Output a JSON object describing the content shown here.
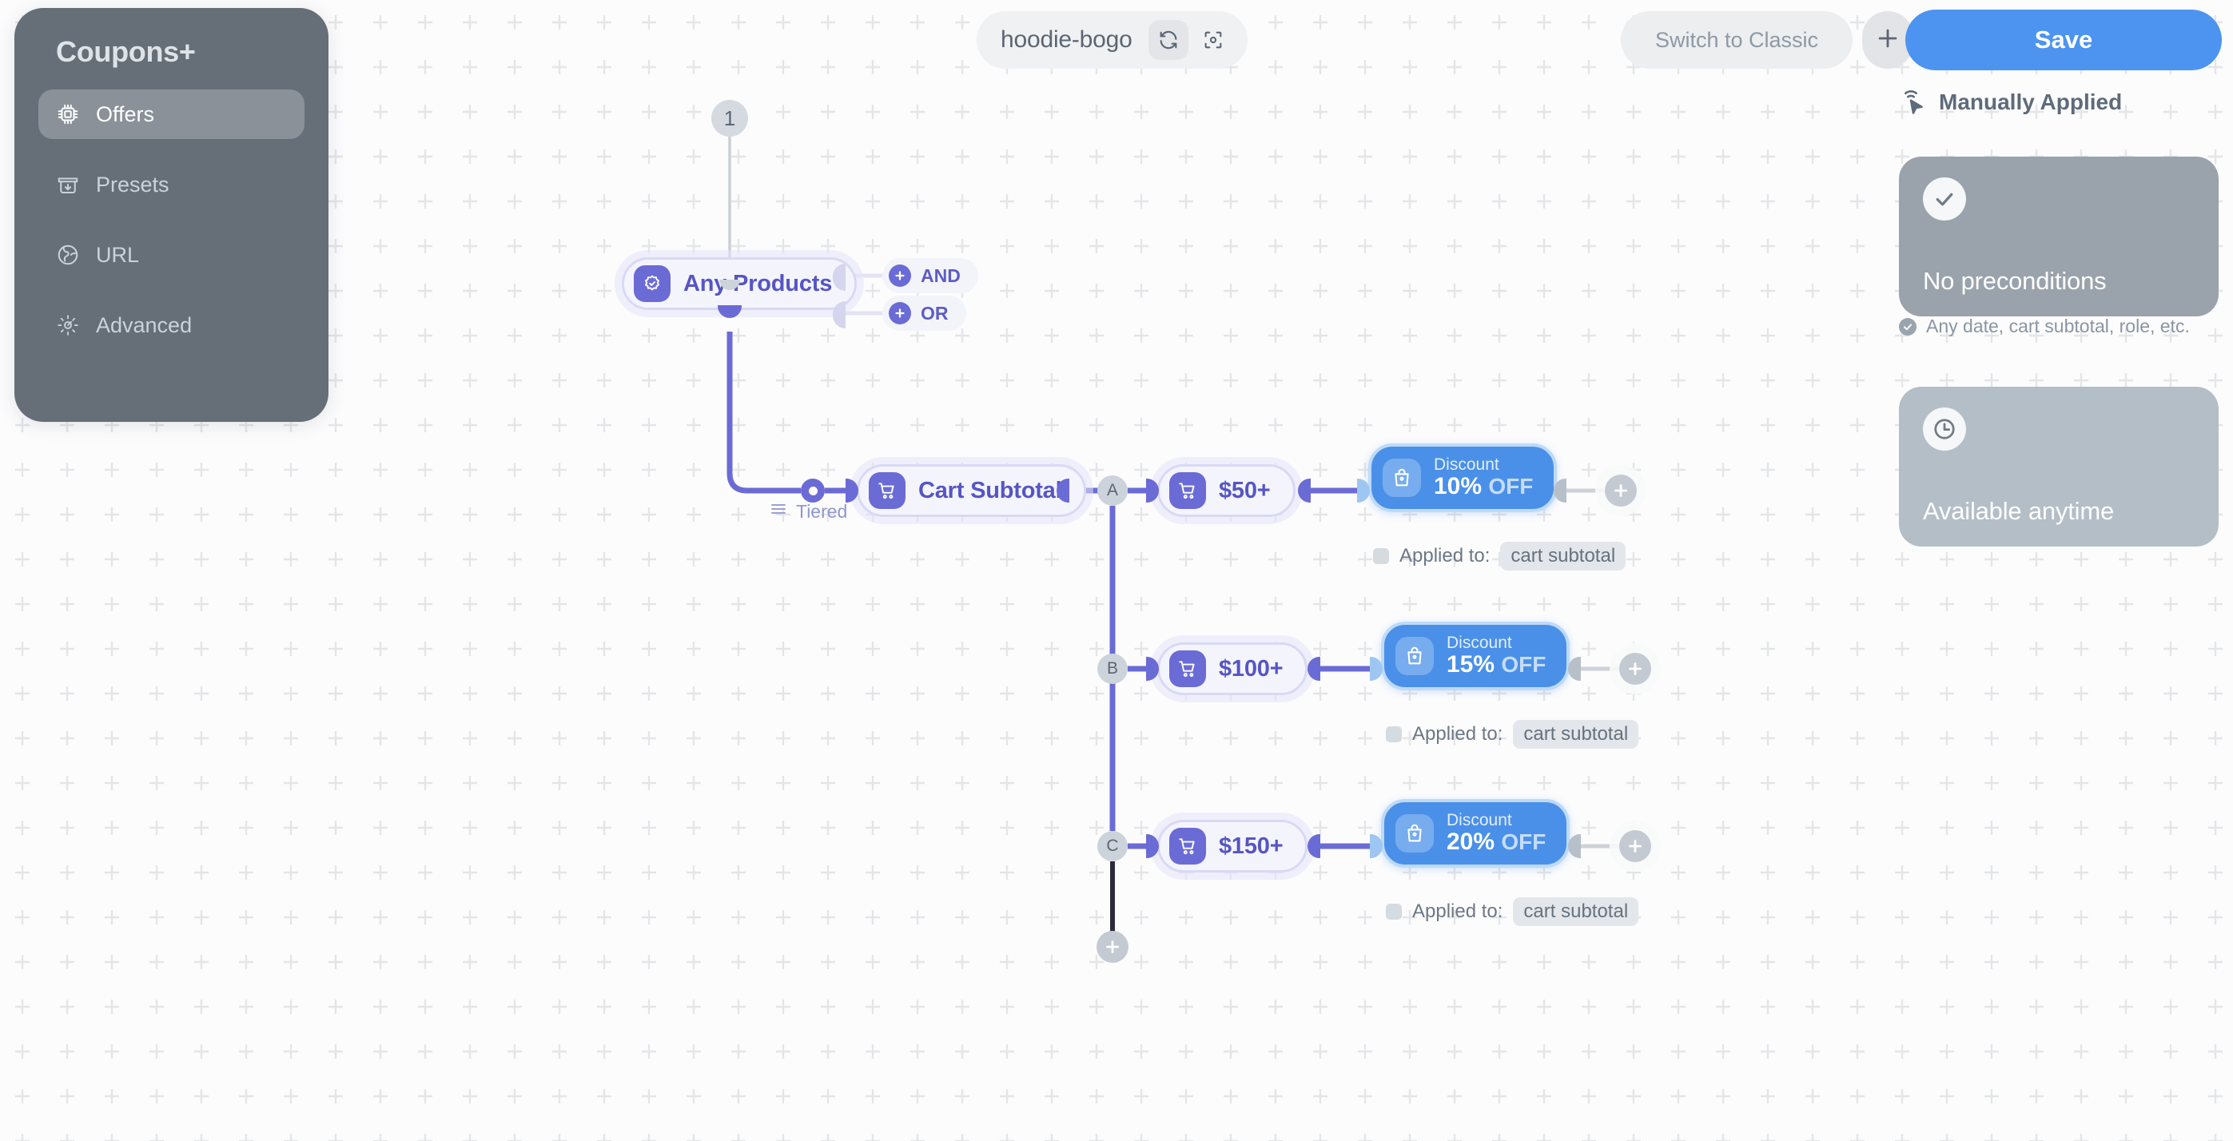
{
  "sidebar": {
    "title": "Coupons+",
    "items": [
      {
        "label": "Offers",
        "icon": "chip-icon",
        "active": true
      },
      {
        "label": "Presets",
        "icon": "archive-download-icon",
        "active": false
      },
      {
        "label": "URL",
        "icon": "globe-icon",
        "active": false
      },
      {
        "label": "Advanced",
        "icon": "gear-icon",
        "active": false
      }
    ]
  },
  "toolbar": {
    "coupon_name": "hoodie-bogo",
    "refresh_icon": "refresh-icon",
    "focus_icon": "focus-frame-icon",
    "switch_label": "Switch to Classic",
    "add_icon": "plus-icon",
    "save_label": "Save",
    "save_color": "#4d94f0"
  },
  "right_panel": {
    "manual_label": "Manually Applied",
    "manual_icon": "cursor-click-icon",
    "cards": [
      {
        "title": "No preconditions",
        "icon": "check-icon",
        "bg": "#9aa3ac",
        "subtitle": "Any date, cart subtotal, role, etc."
      },
      {
        "title": "Available anytime",
        "icon": "clock-icon",
        "bg": "#b4bec7"
      }
    ]
  },
  "flow": {
    "start_badge": "1",
    "trigger": {
      "label": "Any Products",
      "icon": "badge-check-icon"
    },
    "logic": [
      {
        "label": "AND",
        "icon": "plus-circle-icon"
      },
      {
        "label": "OR",
        "icon": "plus-circle-icon"
      }
    ],
    "tiered_label": "Tiered",
    "tiered_icon": "tiers-icon",
    "condition_root": {
      "label": "Cart Subtotal",
      "icon": "cart-icon"
    },
    "tiers": [
      {
        "key": "A",
        "threshold": "$50+",
        "threshold_icon": "cart-icon",
        "discount_kicker": "Discount",
        "discount_value": "10%",
        "discount_unit": "OFF",
        "discount_icon": "bag-icon",
        "applied_label": "Applied to:",
        "applied_target": "cart subtotal"
      },
      {
        "key": "B",
        "threshold": "$100+",
        "threshold_icon": "cart-icon",
        "discount_kicker": "Discount",
        "discount_value": "15%",
        "discount_unit": "OFF",
        "discount_icon": "bag-icon",
        "applied_label": "Applied to:",
        "applied_target": "cart subtotal"
      },
      {
        "key": "C",
        "threshold": "$150+",
        "threshold_icon": "cart-icon",
        "discount_kicker": "Discount",
        "discount_value": "20%",
        "discount_unit": "OFF",
        "discount_icon": "bag-icon",
        "applied_label": "Applied to:",
        "applied_target": "cart subtotal"
      }
    ],
    "add_tier_icon": "plus-icon",
    "add_action_icon": "plus-icon"
  },
  "theme": {
    "accent_purple": "#6b6bd6",
    "accent_blue": "#4a90e8",
    "sidebar_bg": "#666f78",
    "canvas_bg": "#fcfcfd"
  }
}
